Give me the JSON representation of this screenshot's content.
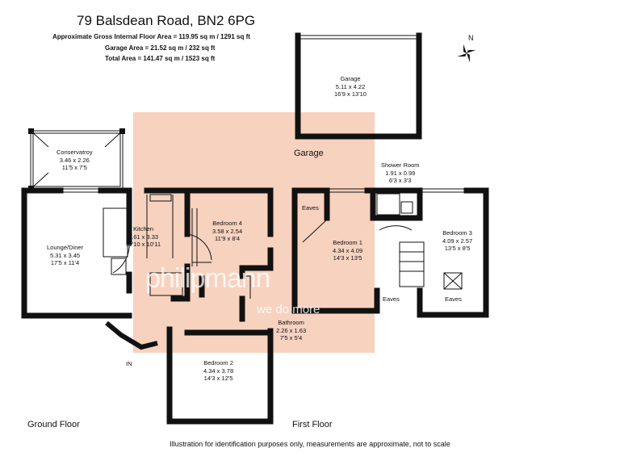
{
  "header": {
    "title": "79 Balsdean Road, BN2 6PG",
    "areas": [
      "Approximate Gross Internal Floor Area = 119.95 sq m / 1291 sq ft",
      "Garage Area = 21.52 sq m / 232 sq ft",
      "Total Area = 141.47 sq m / 1523 sq ft"
    ]
  },
  "compass": {
    "label": "N",
    "icon": "compass-rose-icon"
  },
  "rooms": {
    "garage": {
      "name": "Garage",
      "dims_m": "5.11 x 4.22",
      "dims_ft": "16'9 x 13'10"
    },
    "conservatory": {
      "name": "Conservatroy",
      "dims_m": "3.46 x 2.26",
      "dims_ft": "11'5 x 7'5"
    },
    "lounge": {
      "name": "Lounge/Diner",
      "dims_m": "5.31 x 3.45",
      "dims_ft": "17'5 x 11'4"
    },
    "kitchen": {
      "name": "Kitchen",
      "dims_m": "3.61 x 3.33",
      "dims_ft": "11'10 x 10'11"
    },
    "bedroom4": {
      "name": "Bedroom 4",
      "dims_m": "3.58 x 2.54",
      "dims_ft": "11'9 x 8'4"
    },
    "bathroom": {
      "name": "Bathroom",
      "dims_m": "2.26 x 1.63",
      "dims_ft": "7'5 x 5'4"
    },
    "bedroom2": {
      "name": "Bedroom 2",
      "dims_m": "4.34 x 3.78",
      "dims_ft": "14'3 x 12'5"
    },
    "shower": {
      "name": "Shower Room",
      "dims_m": "1.91 x 0.99",
      "dims_ft": "6'3 x 3'3"
    },
    "bedroom1": {
      "name": "Bedroom 1",
      "dims_m": "4.34 x 4.09",
      "dims_ft": "14'3 x 13'5"
    },
    "bedroom3": {
      "name": "Bedroom 3",
      "dims_m": "4.09 x 2.57",
      "dims_ft": "13'5 x 8'5"
    }
  },
  "labels": {
    "garage_section": "Garage",
    "eaves": "Eaves",
    "entrance": "IN",
    "ground_floor": "Ground Floor",
    "first_floor": "First Floor"
  },
  "watermark": {
    "brand": "philipmann",
    "tagline": "we do more"
  },
  "colors": {
    "highlight": "#f7d2bf",
    "wall": "#111111"
  },
  "footer": {
    "disclaimer": "Illustration for identification purposes only, measurements are approximate, not to scale"
  }
}
